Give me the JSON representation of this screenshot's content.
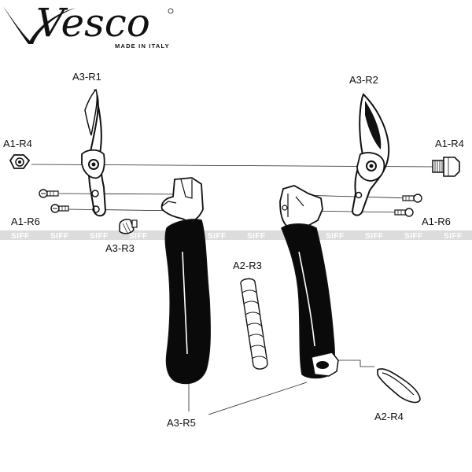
{
  "logo": {
    "name": "Vesco",
    "tagline": "MADE IN ITALY"
  },
  "watermark": {
    "text": "SIFF"
  },
  "parts": {
    "a3_r1": "A3-R1",
    "a3_r2": "A3-R2",
    "a1_r4_left": "A1-R4",
    "a1_r4_right": "A1-R4",
    "a1_r6_left": "A1-R6",
    "a1_r6_right": "A1-R6",
    "a3_r3": "A3-R3",
    "a2_r3": "A2-R3",
    "a3_r5": "A3-R5",
    "a2_r4": "A2-R4"
  },
  "colors": {
    "ink": "#111111",
    "handle": "#0a0a0a",
    "band": "#d9d9d9"
  }
}
